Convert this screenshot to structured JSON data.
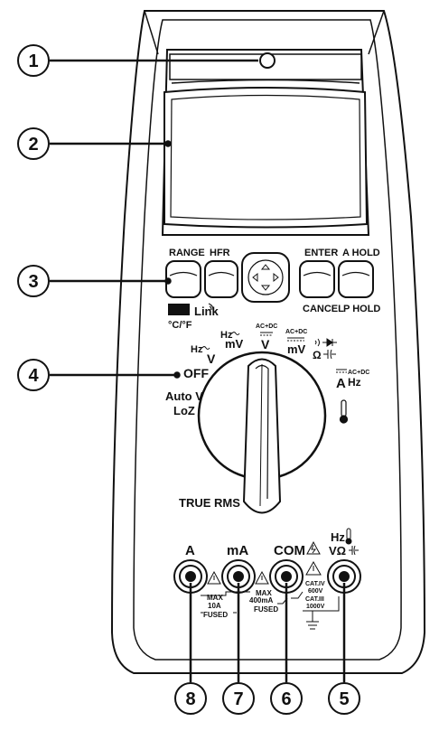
{
  "callouts": [
    "1",
    "2",
    "3",
    "4",
    "8",
    "7",
    "6",
    "5"
  ],
  "buttons": {
    "range": "RANGE",
    "hfr": "HFR",
    "enter": "ENTER",
    "a_hold": "A HOLD",
    "cancel": "CANCEL",
    "p_hold": "P HOLD",
    "link": "Link",
    "temp_unit": "°C/°F"
  },
  "dial": {
    "off": "OFF",
    "auto_v": "Auto V",
    "loz": "LoZ",
    "hz_v": "Hz",
    "v": "V",
    "hz_mv": "Hz",
    "mv": "mV",
    "acdc_1": "AC+DC",
    "v_dc": "V",
    "acdc_2": "AC+DC",
    "mv_dc": "mV",
    "ohm_cap": "Ω",
    "acdc_3": "AC+DC",
    "a": "A",
    "hz_a": "Hz",
    "true_rms": "TRUE RMS"
  },
  "terminals": {
    "a": "A",
    "ma": "mA",
    "com": "COM",
    "v_ohm": "VΩ",
    "hz": "Hz",
    "fuse_a_1": "MAX",
    "fuse_a_2": "10A",
    "fuse_a_3": "FUSED",
    "fuse_ma_1": "MAX",
    "fuse_ma_2": "400mA",
    "fuse_ma_3": "FUSED",
    "cat_1": "CAT.IV",
    "cat_2": "600V",
    "cat_3": "CAT.III",
    "cat_4": "1000V"
  }
}
